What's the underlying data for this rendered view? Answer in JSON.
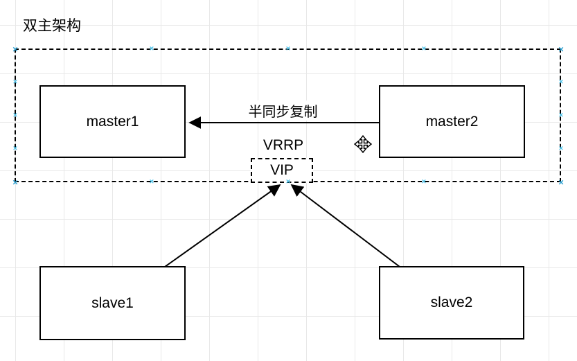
{
  "title": {
    "text": "双主架构"
  },
  "nodes": {
    "master1": {
      "label": "master1"
    },
    "master2": {
      "label": "master2"
    },
    "slave1": {
      "label": "slave1"
    },
    "slave2": {
      "label": "slave2"
    },
    "vip": {
      "label": "VIP"
    }
  },
  "edges": {
    "replication": {
      "label": "半同步复制",
      "from": "master2",
      "to": "master1"
    },
    "vrrp_label": "VRRP",
    "slave1_to_vip": {
      "from": "slave1",
      "to": "vip"
    },
    "slave2_to_vip": {
      "from": "slave2",
      "to": "vip"
    }
  },
  "icons": {
    "connection_cross": "×",
    "move_cursor": "move-cursor"
  },
  "colors": {
    "stroke": "#000000",
    "node_fill": "#ffffff",
    "grid": "#e8e8e8",
    "connection_point": "#45c0ea"
  }
}
